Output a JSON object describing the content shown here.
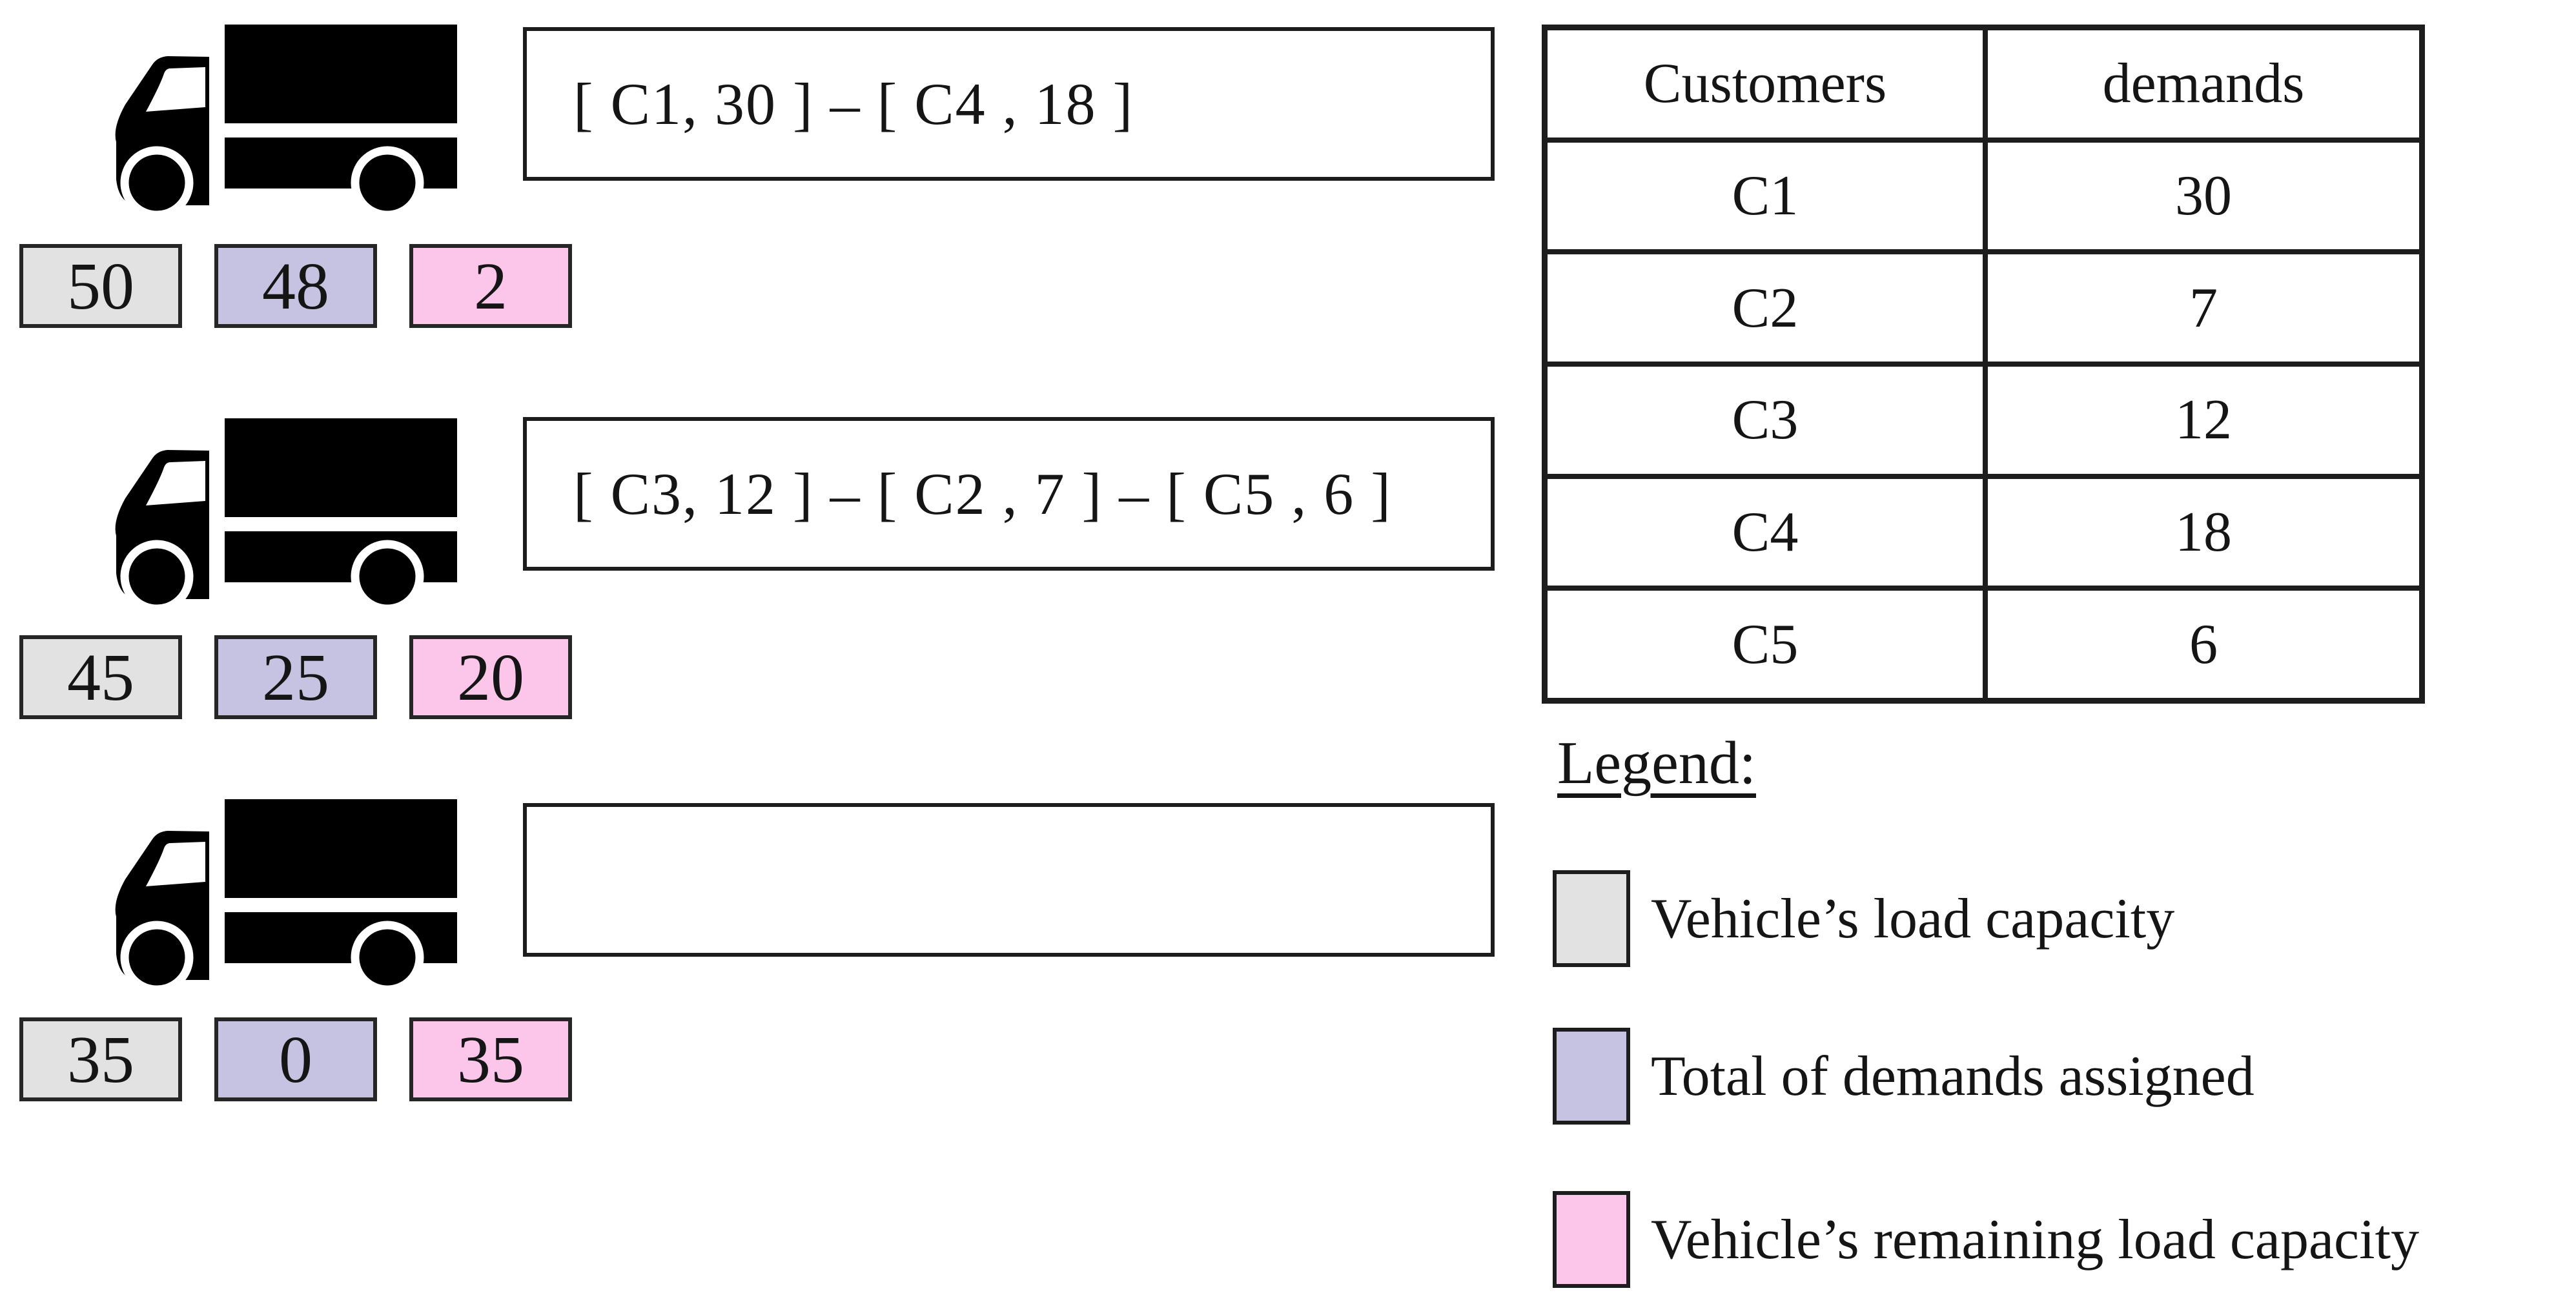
{
  "vehicles": [
    {
      "route": "[ C1, 30 ] – [ C4 , 18 ]",
      "capacity": "50",
      "assigned": "48",
      "remaining": "2"
    },
    {
      "route": "[ C3, 12 ] – [ C2 , 7 ] – [ C5 , 6 ]",
      "capacity": "45",
      "assigned": "25",
      "remaining": "20"
    },
    {
      "route": "",
      "capacity": "35",
      "assigned": "0",
      "remaining": "35"
    }
  ],
  "customer_table": {
    "headers": [
      "Customers",
      "demands"
    ],
    "rows": [
      [
        "C1",
        "30"
      ],
      [
        "C2",
        "7"
      ],
      [
        "C3",
        "12"
      ],
      [
        "C4",
        "18"
      ],
      [
        "C5",
        "6"
      ]
    ]
  },
  "legend": {
    "title": "Legend:",
    "items": [
      {
        "label": "Vehicle’s load capacity",
        "color": "#e2e2e2"
      },
      {
        "label": "Total of demands assigned",
        "color": "#c6c2e1"
      },
      {
        "label": "Vehicle’s remaining load capacity",
        "color": "#fbc6ea"
      }
    ]
  },
  "colors": {
    "capacity_fill": "#e2e2e2",
    "assigned_fill": "#c6c2e1",
    "remaining_fill": "#fbc6ea",
    "border": "#1d1d1d",
    "truck": "#000000"
  }
}
